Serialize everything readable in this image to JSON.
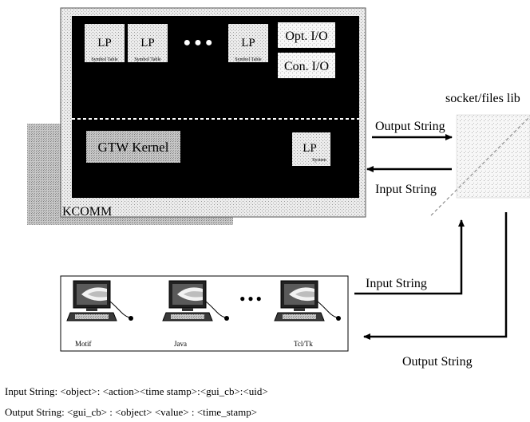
{
  "kcomm": {
    "lp_boxes": [
      {
        "label": "LP",
        "sub": "Symbol Table"
      },
      {
        "label": "LP",
        "sub": "Symbol Table"
      },
      {
        "label": "LP",
        "sub": "Symbol Table"
      }
    ],
    "ellipsis": "● ● ●",
    "opt_io": "Opt. I/O",
    "con_io": "Con. I/O",
    "gtw_kernel": "GTW Kernel",
    "lp_system": {
      "label": "LP",
      "sub": "System"
    },
    "kcomm_label": "KCOMM"
  },
  "lib": {
    "label": "socket/files lib"
  },
  "arrows": {
    "output_top": "Output String",
    "input_top": "Input String",
    "input_bottom": "Input String",
    "output_bottom": "Output String"
  },
  "gui": {
    "clients": [
      "Motif",
      "Java",
      "Tcl/Tk"
    ],
    "ellipsis": "● ● ●"
  },
  "formats": {
    "input_line": "Input String: <object>: <action><time stamp>:<gui_cb>:<uid>",
    "output_line": "Output String: <gui_cb> : <object> <value> : <time_stamp>"
  }
}
